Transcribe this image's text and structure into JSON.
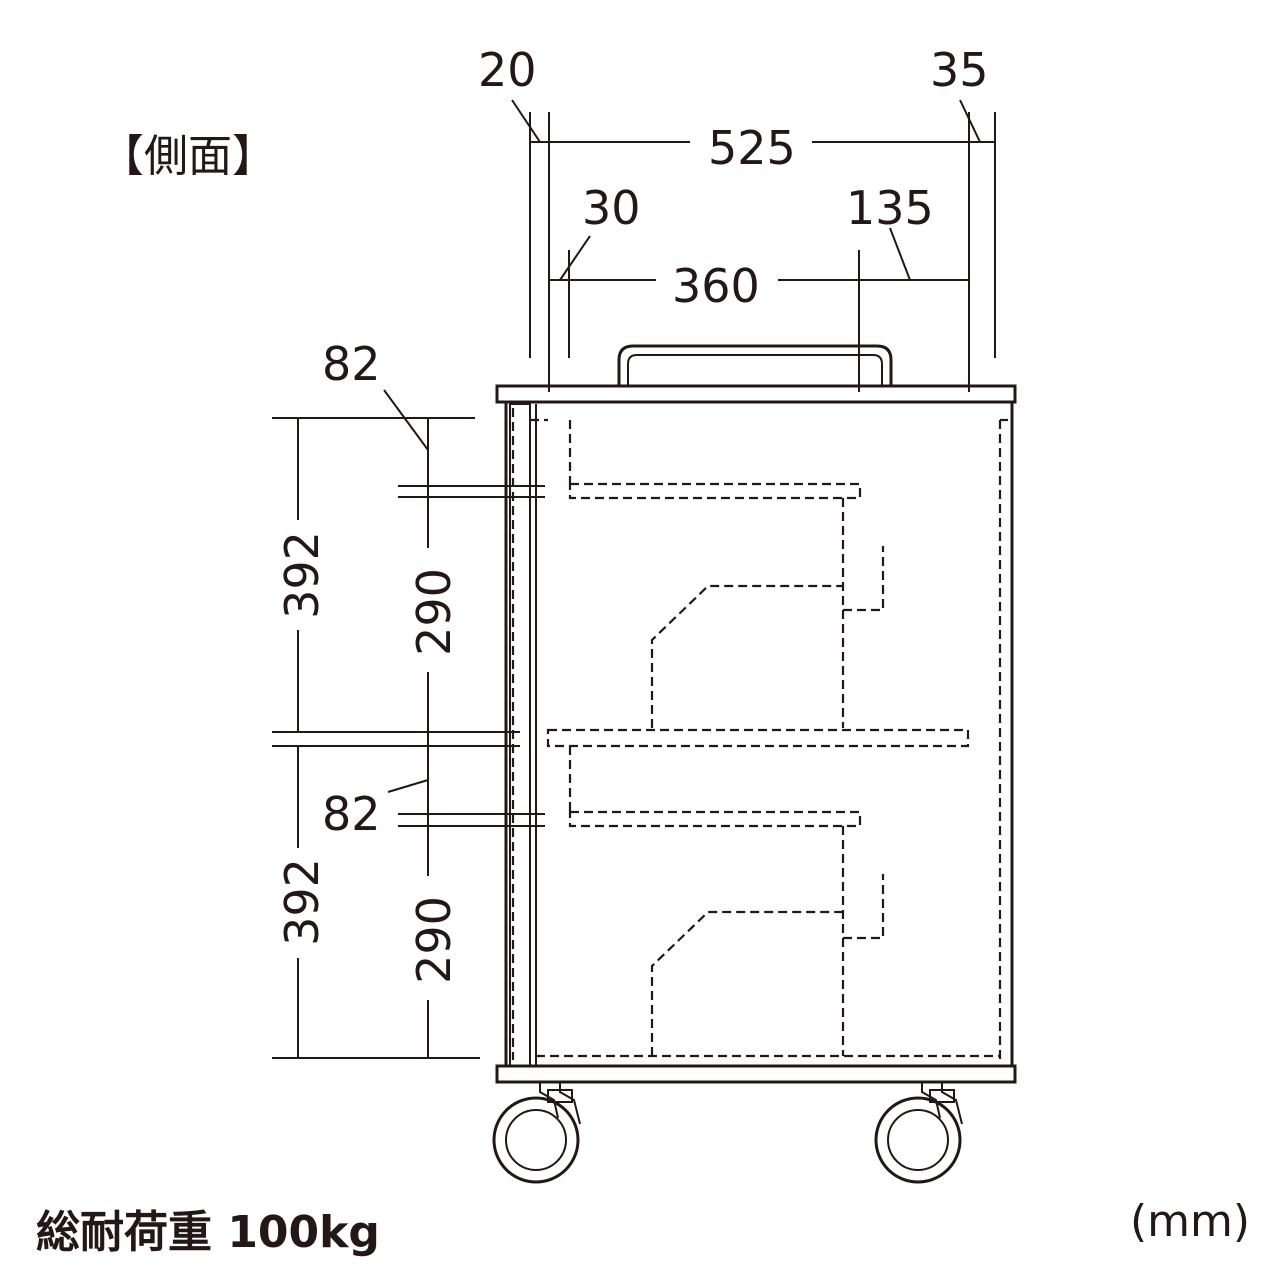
{
  "title": "【側面】",
  "load_capacity": "総耐荷重 100kg",
  "unit": "(mm)",
  "dimensions": {
    "side_left_offset": "20",
    "top_depth": "525",
    "side_right_offset": "35",
    "inner_left_offset": "30",
    "inner_depth": "360",
    "inner_right_offset": "135",
    "upper_shelf_gap": "82",
    "upper_bay_height": "392",
    "upper_clear_height": "290",
    "lower_shelf_gap": "82",
    "lower_bay_height": "392",
    "lower_clear_height": "290"
  }
}
